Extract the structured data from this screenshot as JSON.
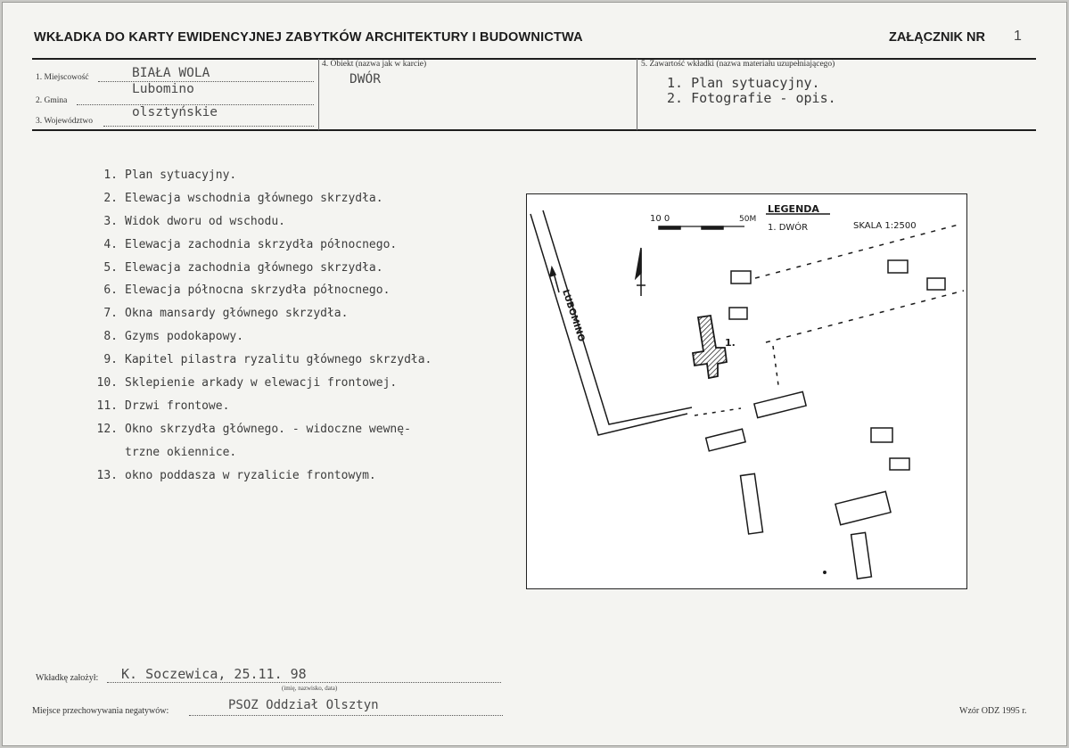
{
  "header": {
    "title": "WKŁADKA DO KARTY EWIDENCYJNEJ ZABYTKÓW ARCHITEKTURY I BUDOWNICTWA",
    "annex_label": "ZAŁĄCZNIK NR",
    "annex_number": "1"
  },
  "fields": {
    "miejscowosc_label": "1. Miejscowość",
    "miejscowosc_value": "BIAŁA WOLA",
    "gmina_label": "2. Gmina",
    "gmina_value": "Lubomino",
    "wojewodztwo_label": "3. Województwo",
    "wojewodztwo_value": "olsztyńskie",
    "obiekt_label": "4. Obiekt (nazwa jak w karcie)",
    "obiekt_value": "DWÓR",
    "zawartosc_label": "5. Zawartość wkładki (nazwa materiału uzupełniającego)",
    "zawartosc_items": [
      "1. Plan sytuacyjny.",
      "2. Fotografie - opis."
    ]
  },
  "contents_list": [
    {
      "num": "1.",
      "text": "Plan sytuacyjny."
    },
    {
      "num": "2.",
      "text": "Elewacja wschodnia głównego skrzydła."
    },
    {
      "num": "3.",
      "text": "Widok dworu od wschodu."
    },
    {
      "num": "4.",
      "text": "Elewacja zachodnia skrzydła północnego."
    },
    {
      "num": "5.",
      "text": "Elewacja zachodnia głównego skrzydła."
    },
    {
      "num": "6.",
      "text": "Elewacja północna skrzydła północnego."
    },
    {
      "num": "7.",
      "text": "Okna mansardy głównego skrzydła."
    },
    {
      "num": "8.",
      "text": "Gzyms podokapowy."
    },
    {
      "num": "9.",
      "text": "Kapitel pilastra ryzalitu głównego skrzydła."
    },
    {
      "num": "10.",
      "text": "Sklepienie arkady w elewacji frontowej."
    },
    {
      "num": "11.",
      "text": "Drzwi frontowe."
    },
    {
      "num": "12.",
      "text": "Okno skrzydła głównego. - widoczne wewnę-",
      "continuation": "trzne okiennice."
    },
    {
      "num": "13.",
      "text": "okno poddasza w ryzalicie frontowym."
    }
  ],
  "map": {
    "scale_left": "10 0",
    "scale_right": "50M",
    "legend_title": "LEGENDA",
    "legend_item": "1. DWÓR",
    "scale_text": "SKALA 1:2500",
    "road_label": "LUBOMINO",
    "building_label": "1."
  },
  "footer": {
    "founded_label": "Wkładkę założył:",
    "founded_value": "K. Soczewica, 25.11. 98",
    "founded_hint": "(imię, nazwisko, data)",
    "negatives_label": "Miejsce przechowywania negatywów:",
    "negatives_value": "PSOZ Oddział Olsztyn",
    "model": "Wzór ODZ 1995 r."
  }
}
